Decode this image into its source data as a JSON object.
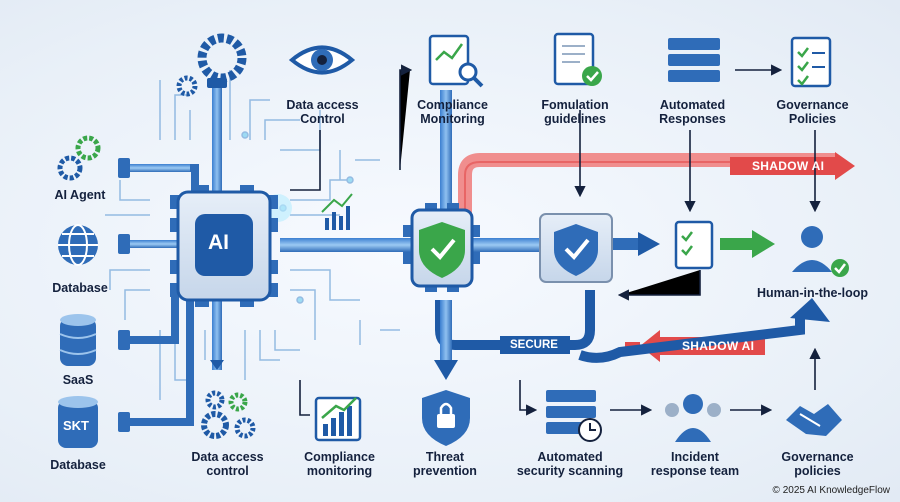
{
  "inputs": [
    {
      "label": "AI Agent"
    },
    {
      "label": "Database"
    },
    {
      "label": "SaaS"
    },
    {
      "label": "Database",
      "badge": "SKT"
    }
  ],
  "core": {
    "label": "AI"
  },
  "top_labels": {
    "data_access": "Data access\nControl",
    "compliance": "Compliance\nMonitoring",
    "formulation": "Fomulation\nguidelines",
    "automated_responses": "Automated\nResponses",
    "governance": "Governance\nPolicies"
  },
  "bottom_labels": {
    "data_access": "Data access\ncontrol",
    "compliance": "Compliance\nmonitoring",
    "threat": "Threat\nprevention",
    "scanning": "Automated\nsecurity scanning",
    "incident": "Incident\nresponse team",
    "governance": "Governance\npolicies"
  },
  "human": "Human-in-the-loop",
  "tags": {
    "shadow_top": "SHADOW AI",
    "shadow_bottom": "SHADOW AI",
    "secure": "SECURE"
  },
  "footer": "© 2025 AI KnowledgeFlow",
  "colors": {
    "blue_dark": "#1f5aa6",
    "blue_mid": "#2f78c8",
    "blue_light": "#9cc4ec",
    "red": "#e24a4a",
    "green": "#3aa64a",
    "navy": "#14213d"
  }
}
